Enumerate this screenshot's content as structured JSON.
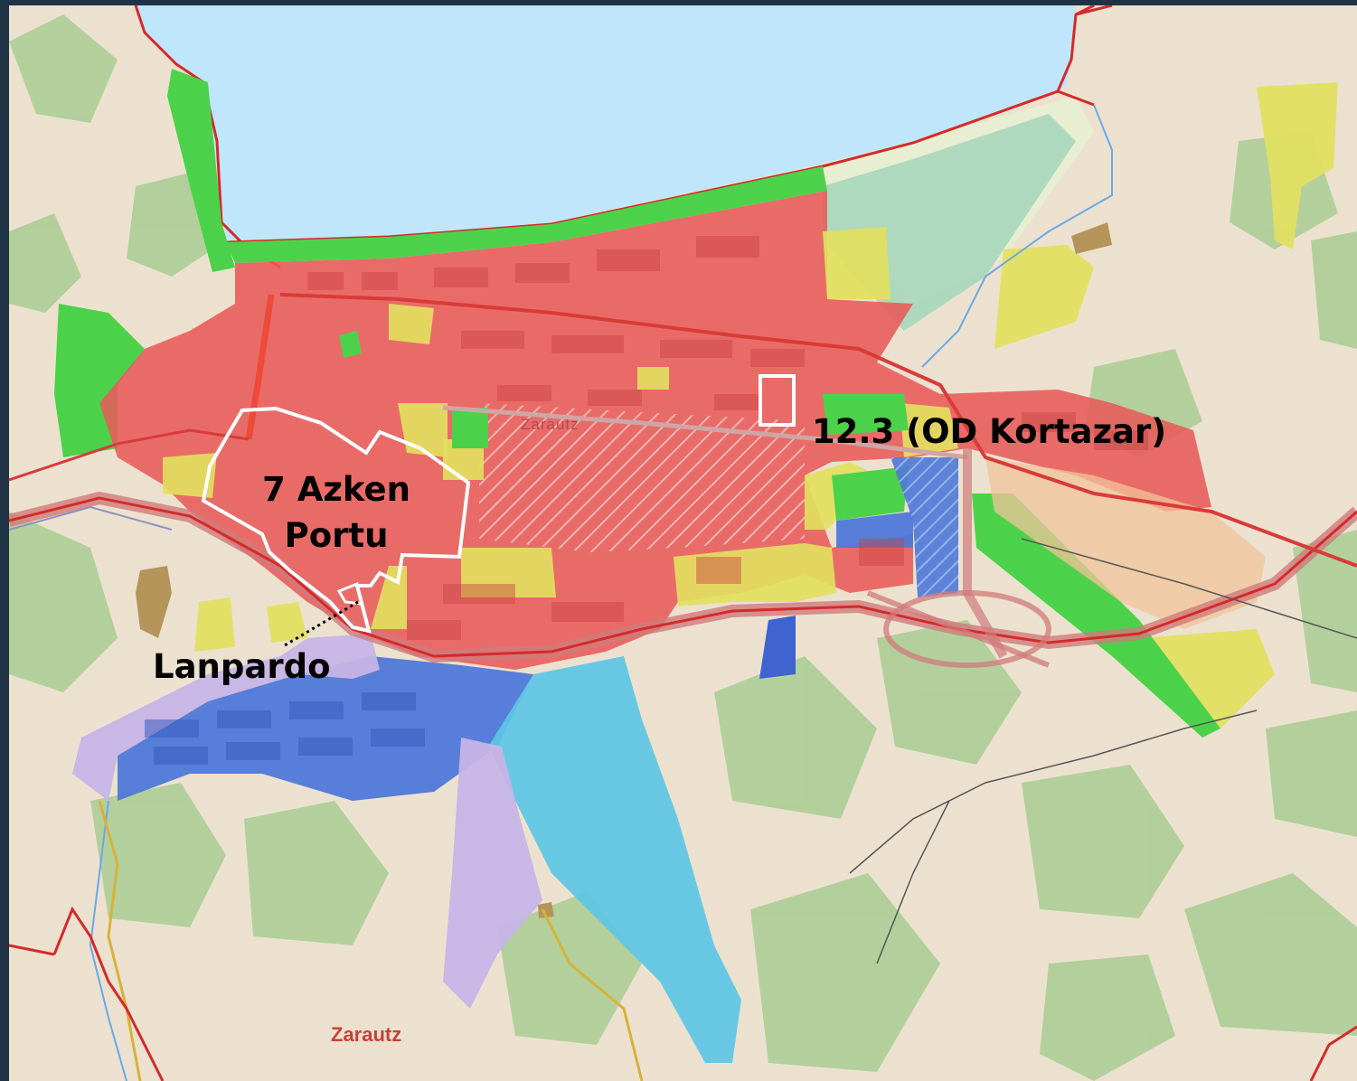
{
  "map": {
    "labels": {
      "azken_line1": "7 Azken",
      "azken_line2": "Portu",
      "kortazar": "12.3 (OD Kortazar)",
      "lanpardo": "Lanpardo"
    },
    "basemap_labels": {
      "town_top": "Zarautz",
      "town_bottom": "Zarautz"
    },
    "colors": {
      "sea": "#bfe6fb",
      "residential": "#e85a5a",
      "commercial": "#e2df5f",
      "green_space": "#4cd24a",
      "industrial": "#4f78d8",
      "infrastructure": "#5cc6e6",
      "equipment": "#c7b4e6",
      "highlight_outline": "#ffffff",
      "boundary_line": "#d42a2a"
    }
  }
}
